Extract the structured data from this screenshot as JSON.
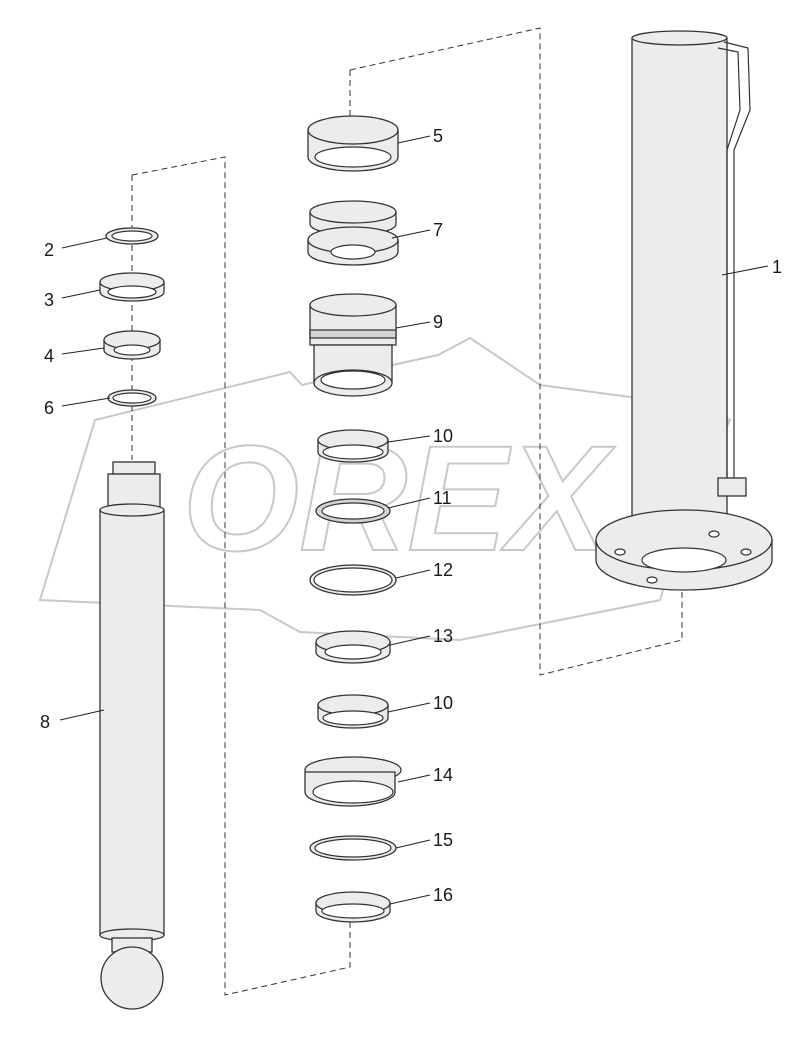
{
  "watermark": {
    "text": "OREX"
  },
  "callouts": [
    {
      "id": "1",
      "text": "1"
    },
    {
      "id": "2",
      "text": "2"
    },
    {
      "id": "3",
      "text": "3"
    },
    {
      "id": "4",
      "text": "4"
    },
    {
      "id": "5",
      "text": "5"
    },
    {
      "id": "6",
      "text": "6"
    },
    {
      "id": "7",
      "text": "7"
    },
    {
      "id": "8",
      "text": "8"
    },
    {
      "id": "9",
      "text": "9"
    },
    {
      "id": "10a",
      "text": "10"
    },
    {
      "id": "10b",
      "text": "10"
    },
    {
      "id": "11",
      "text": "11"
    },
    {
      "id": "12",
      "text": "12"
    },
    {
      "id": "13",
      "text": "13"
    },
    {
      "id": "14",
      "text": "14"
    },
    {
      "id": "15",
      "text": "15"
    },
    {
      "id": "16",
      "text": "16"
    }
  ]
}
